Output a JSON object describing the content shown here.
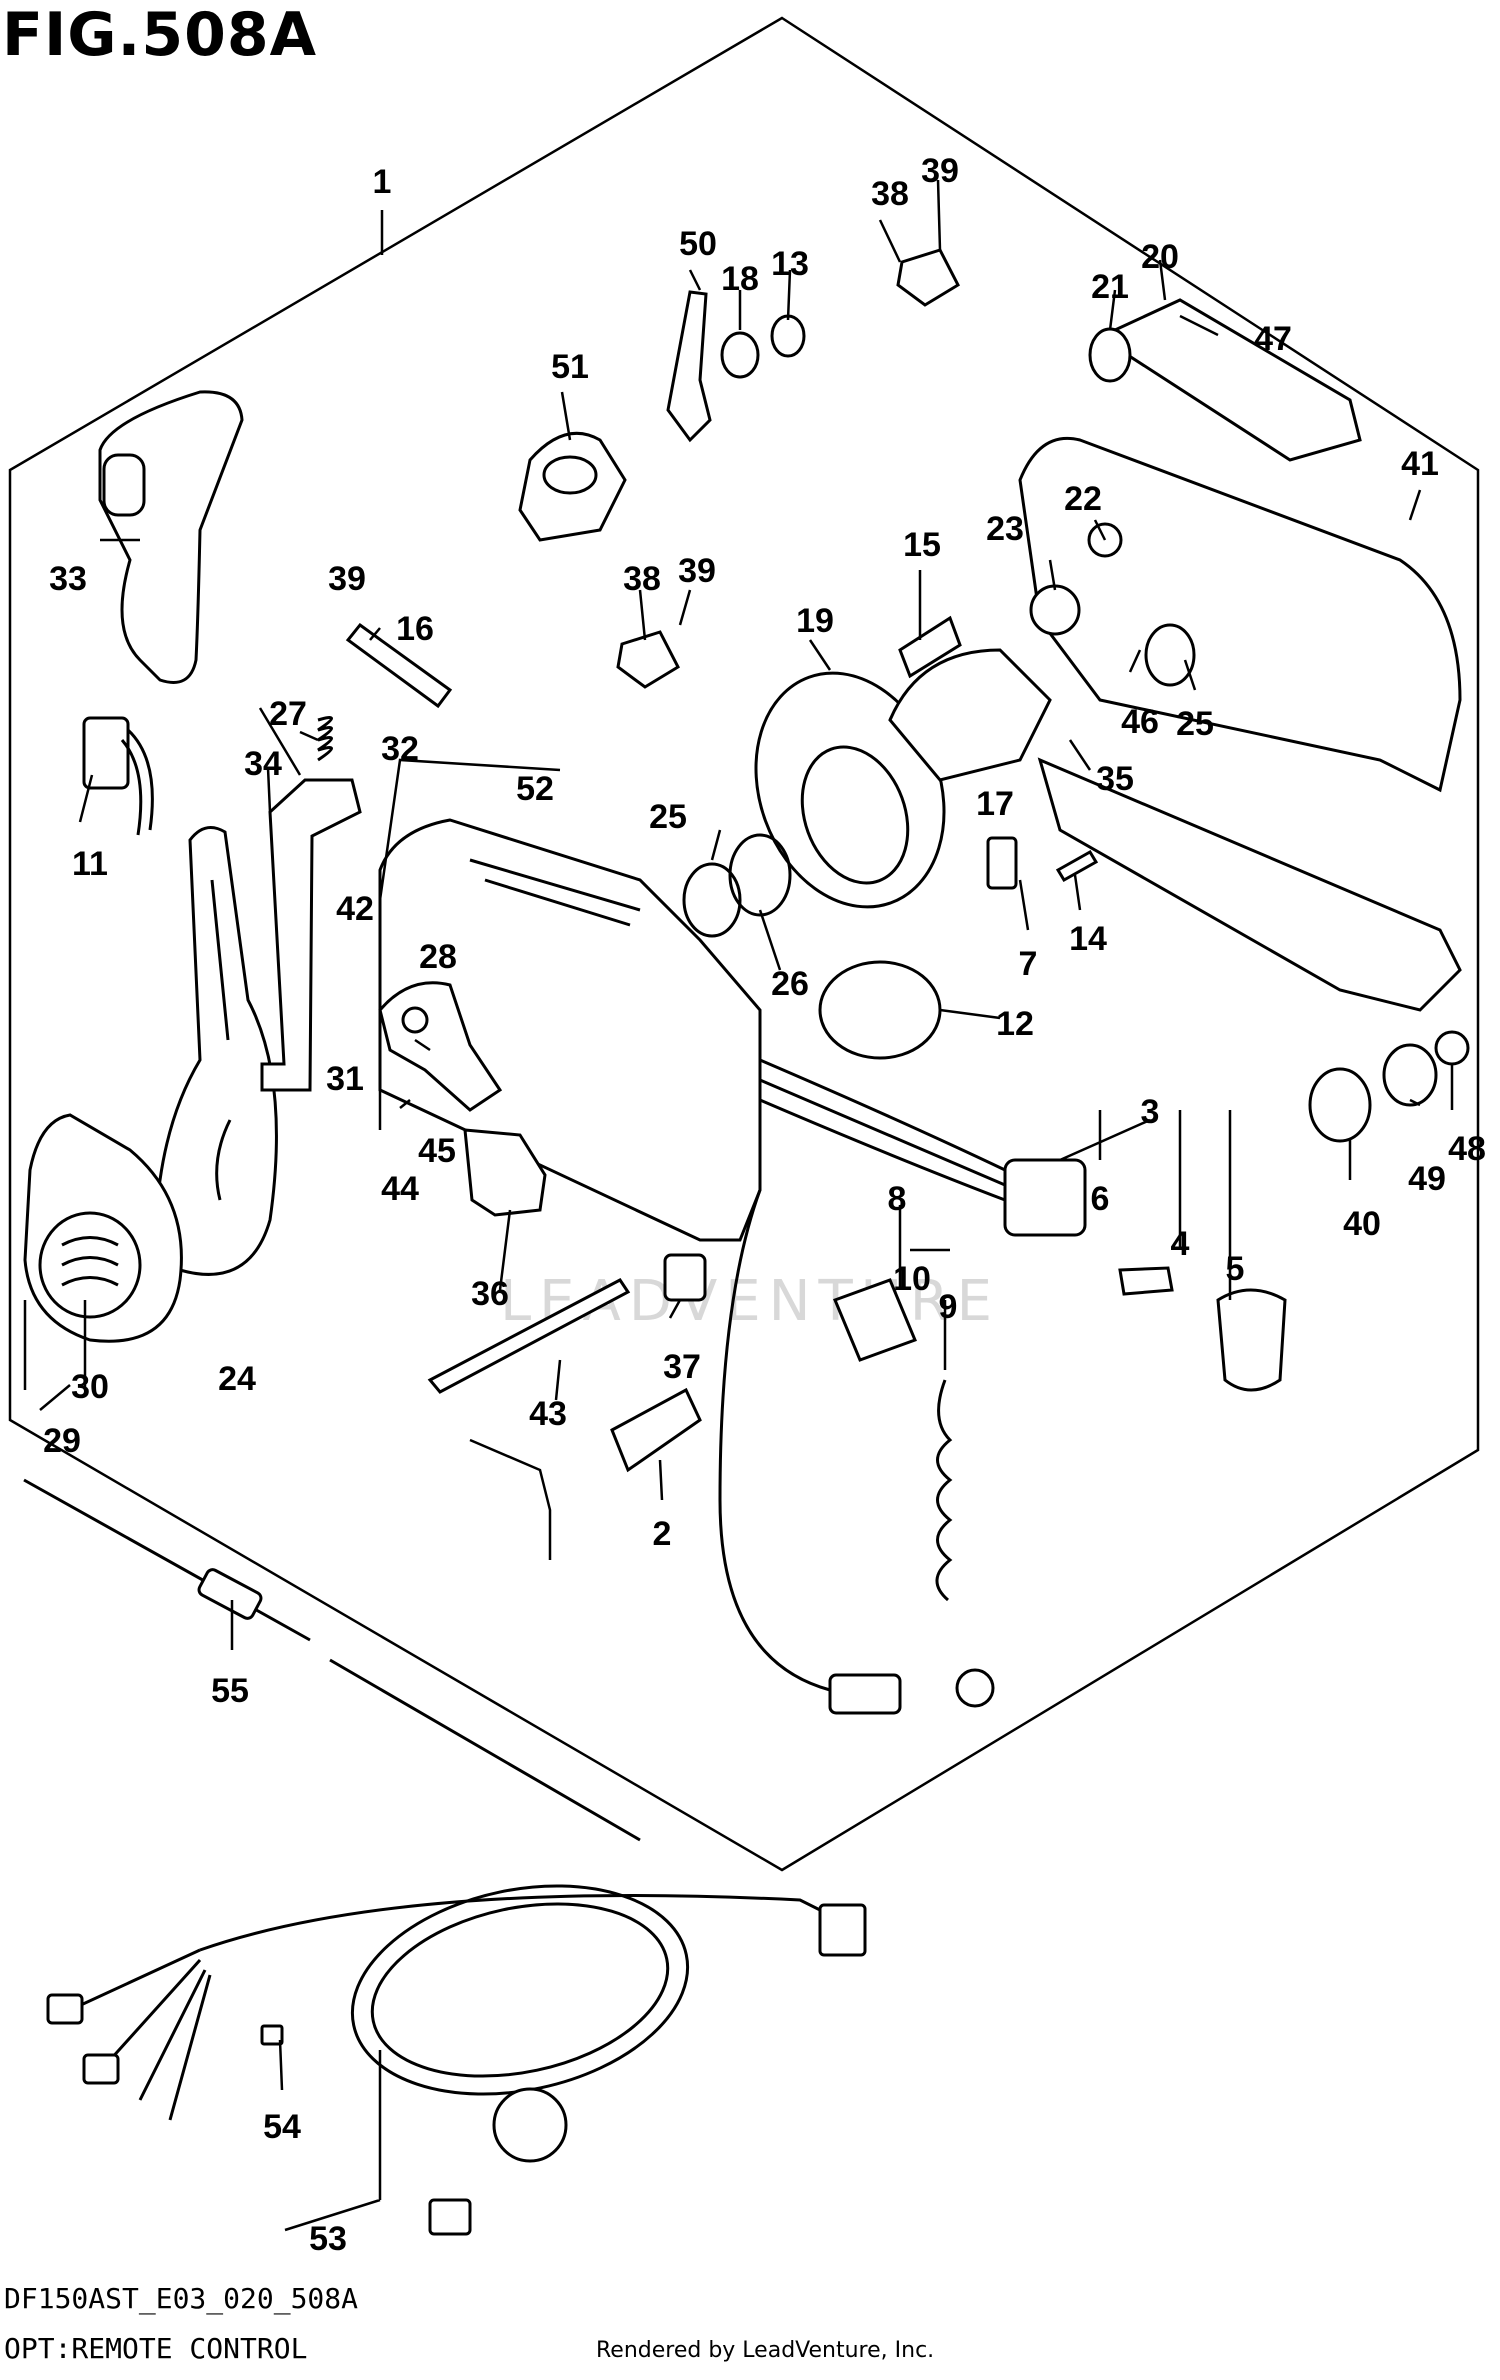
{
  "figure": {
    "title": "FIG.508A",
    "code": "DF150AST_E03_020_508A",
    "subtitle": "OPT:REMOTE CONTROL",
    "credit": "Rendered by LeadVenture, Inc."
  },
  "callouts": [
    "1",
    "2",
    "3",
    "4",
    "5",
    "6",
    "7",
    "8",
    "9",
    "10",
    "11",
    "12",
    "13",
    "14",
    "15",
    "16",
    "17",
    "18",
    "19",
    "20",
    "21",
    "22",
    "23",
    "24",
    "25",
    "25",
    "26",
    "27",
    "28",
    "29",
    "30",
    "31",
    "32",
    "33",
    "34",
    "35",
    "36",
    "37",
    "38",
    "38",
    "39",
    "39",
    "39",
    "40",
    "41",
    "42",
    "43",
    "44",
    "45",
    "46",
    "47",
    "48",
    "49",
    "50",
    "51",
    "52",
    "53",
    "54",
    "55"
  ],
  "watermark": "LEADVENTURE"
}
